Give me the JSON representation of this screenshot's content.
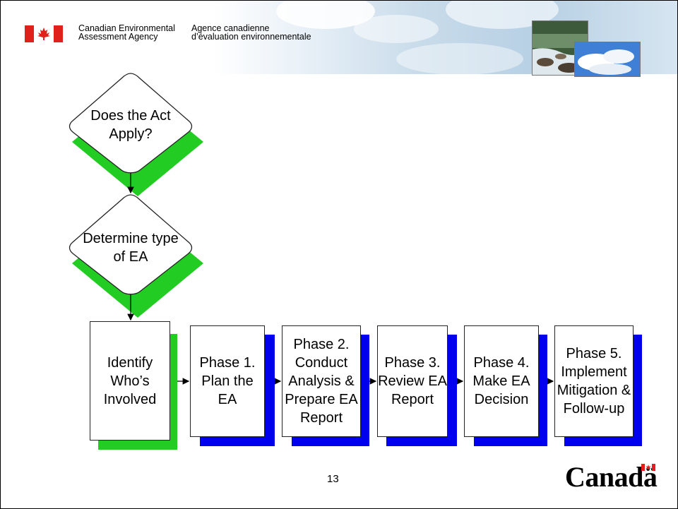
{
  "header": {
    "agency_en_line1": "Canadian Environmental",
    "agency_en_line2": "Assessment Agency",
    "agency_fr_line1": "Agence canadienne",
    "agency_fr_line2": "d’évaluation environnementale"
  },
  "decisions": [
    {
      "line1": "Does the Act",
      "line2": "Apply?"
    },
    {
      "line1": "Determine type",
      "line2": "of EA"
    }
  ],
  "steps": [
    {
      "lines": [
        "Identify",
        "Who’s",
        "Involved"
      ],
      "shadow": "green"
    },
    {
      "lines": [
        "Phase 1.",
        "Plan the EA"
      ],
      "shadow": "blue"
    },
    {
      "lines": [
        "Phase 2.",
        "Conduct",
        "Analysis &",
        "Prepare EA",
        "Report"
      ],
      "shadow": "blue"
    },
    {
      "lines": [
        "Phase 3.",
        "Review EA",
        "Report"
      ],
      "shadow": "blue"
    },
    {
      "lines": [
        "Phase 4.",
        "Make EA",
        "Decision"
      ],
      "shadow": "blue"
    },
    {
      "lines": [
        "Phase 5.",
        "Implement",
        "Mitigation &",
        "Follow-up"
      ],
      "shadow": "blue"
    }
  ],
  "colors": {
    "green": "#22cc22",
    "blue": "#0000ee"
  },
  "footer": {
    "page_number": "13",
    "wordmark": "Canadä"
  }
}
